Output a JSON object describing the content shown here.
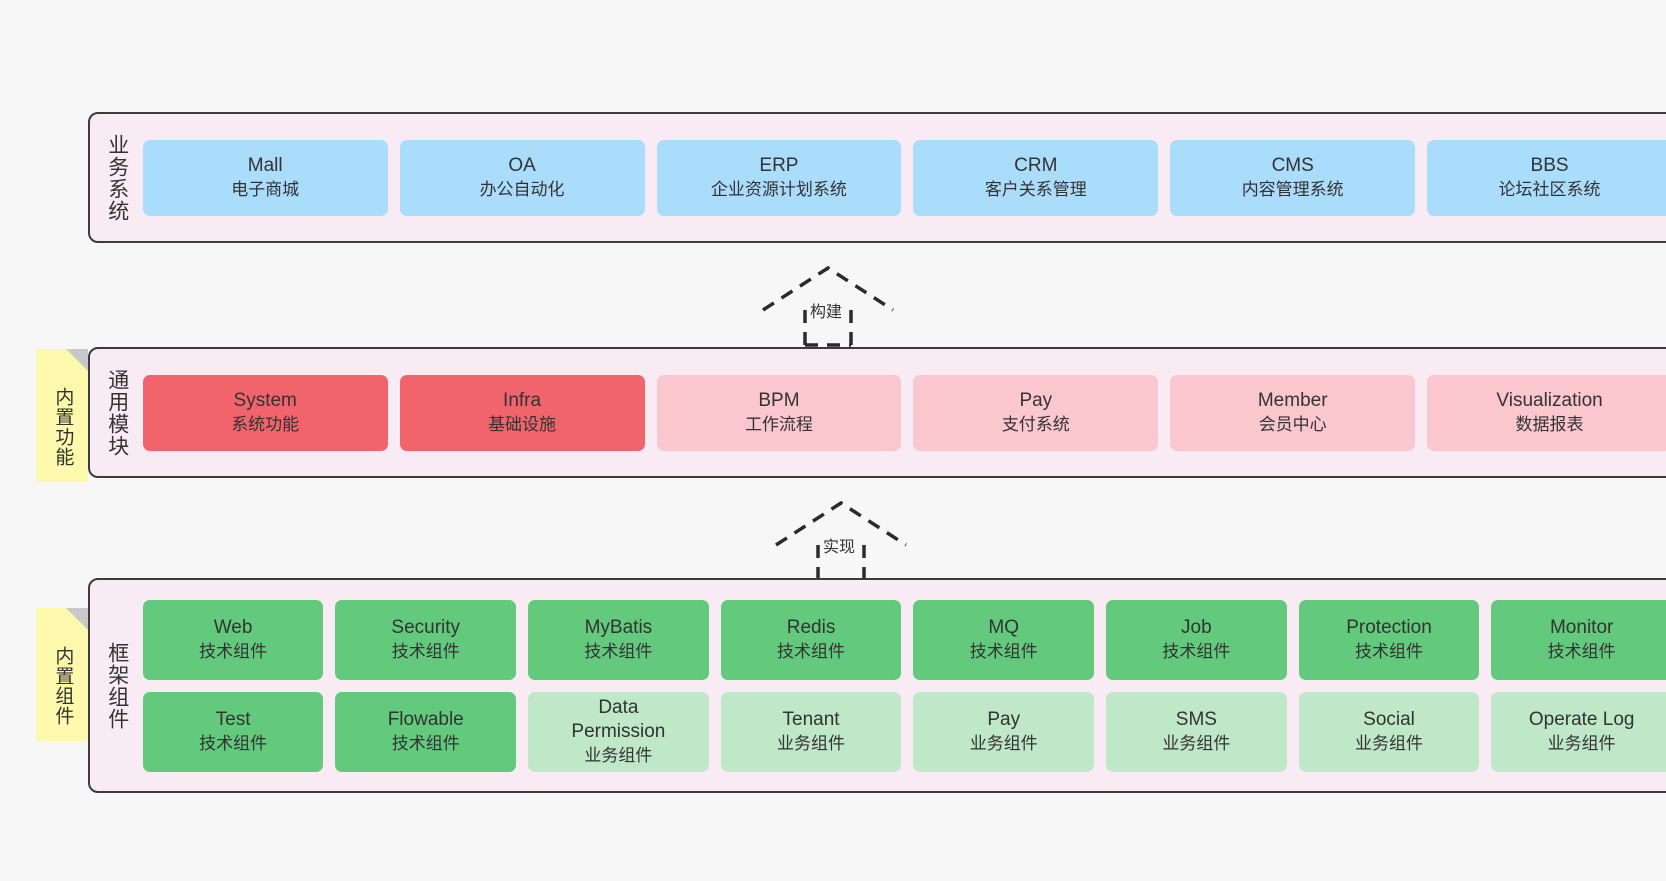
{
  "diagram": {
    "background": "#f7f7f7",
    "band_background": "#f9ebf4",
    "band_border": "#3c3c3c"
  },
  "layers": [
    {
      "id": "business-system",
      "caption": "业务系统",
      "nodes": [
        {
          "title": "Mall",
          "subtitle": "电子商城",
          "style": "n-blue"
        },
        {
          "title": "OA",
          "subtitle": "办公自动化",
          "style": "n-blue"
        },
        {
          "title": "ERP",
          "subtitle": "企业资源计划系统",
          "style": "n-blue"
        },
        {
          "title": "CRM",
          "subtitle": "客户关系管理",
          "style": "n-blue"
        },
        {
          "title": "CMS",
          "subtitle": "内容管理系统",
          "style": "n-blue"
        },
        {
          "title": "BBS",
          "subtitle": "论坛社区系统",
          "style": "n-blue"
        }
      ]
    },
    {
      "id": "common-module",
      "caption": "通用模块",
      "nodes": [
        {
          "title": "System",
          "subtitle": "系统功能",
          "style": "n-red"
        },
        {
          "title": "Infra",
          "subtitle": "基础设施",
          "style": "n-red"
        },
        {
          "title": "BPM",
          "subtitle": "工作流程",
          "style": "n-pink"
        },
        {
          "title": "Pay",
          "subtitle": "支付系统",
          "style": "n-pink"
        },
        {
          "title": "Member",
          "subtitle": "会员中心",
          "style": "n-pink"
        },
        {
          "title": "Visualization",
          "subtitle": "数据报表",
          "style": "n-pink"
        }
      ]
    },
    {
      "id": "framework-component",
      "caption": "框架组件",
      "nodes": [
        {
          "title": "Web",
          "subtitle": "技术组件",
          "style": "n-green"
        },
        {
          "title": "Security",
          "subtitle": "技术组件",
          "style": "n-green"
        },
        {
          "title": "MyBatis",
          "subtitle": "技术组件",
          "style": "n-green"
        },
        {
          "title": "Redis",
          "subtitle": "技术组件",
          "style": "n-green"
        },
        {
          "title": "MQ",
          "subtitle": "技术组件",
          "style": "n-green"
        },
        {
          "title": "Job",
          "subtitle": "技术组件",
          "style": "n-green"
        },
        {
          "title": "Protection",
          "subtitle": "技术组件",
          "style": "n-green"
        },
        {
          "title": "Monitor",
          "subtitle": "技术组件",
          "style": "n-green"
        },
        {
          "title": "Test",
          "subtitle": "技术组件",
          "style": "n-green"
        },
        {
          "title": "Flowable",
          "subtitle": "技术组件",
          "style": "n-green"
        },
        {
          "title": "Data Permission",
          "subtitle": "业务组件",
          "style": "n-green-light"
        },
        {
          "title": "Tenant",
          "subtitle": "业务组件",
          "style": "n-green-light"
        },
        {
          "title": "Pay",
          "subtitle": "业务组件",
          "style": "n-green-light"
        },
        {
          "title": "SMS",
          "subtitle": "业务组件",
          "style": "n-green-light"
        },
        {
          "title": "Social",
          "subtitle": "业务组件",
          "style": "n-green-light"
        },
        {
          "title": "Operate Log",
          "subtitle": "业务组件",
          "style": "n-green-light"
        }
      ]
    }
  ],
  "sticky_notes": [
    {
      "id": "builtin-function",
      "text": "内置功能",
      "color": "#fcf8ac"
    },
    {
      "id": "builtin-component",
      "text": "内置组件",
      "color": "#fcf8ac"
    }
  ],
  "connectors": [
    {
      "id": "build",
      "label": "构建",
      "style": "dashed-hollow-arrow-up"
    },
    {
      "id": "implement",
      "label": "实现",
      "style": "dashed-hollow-arrow-up"
    }
  ]
}
